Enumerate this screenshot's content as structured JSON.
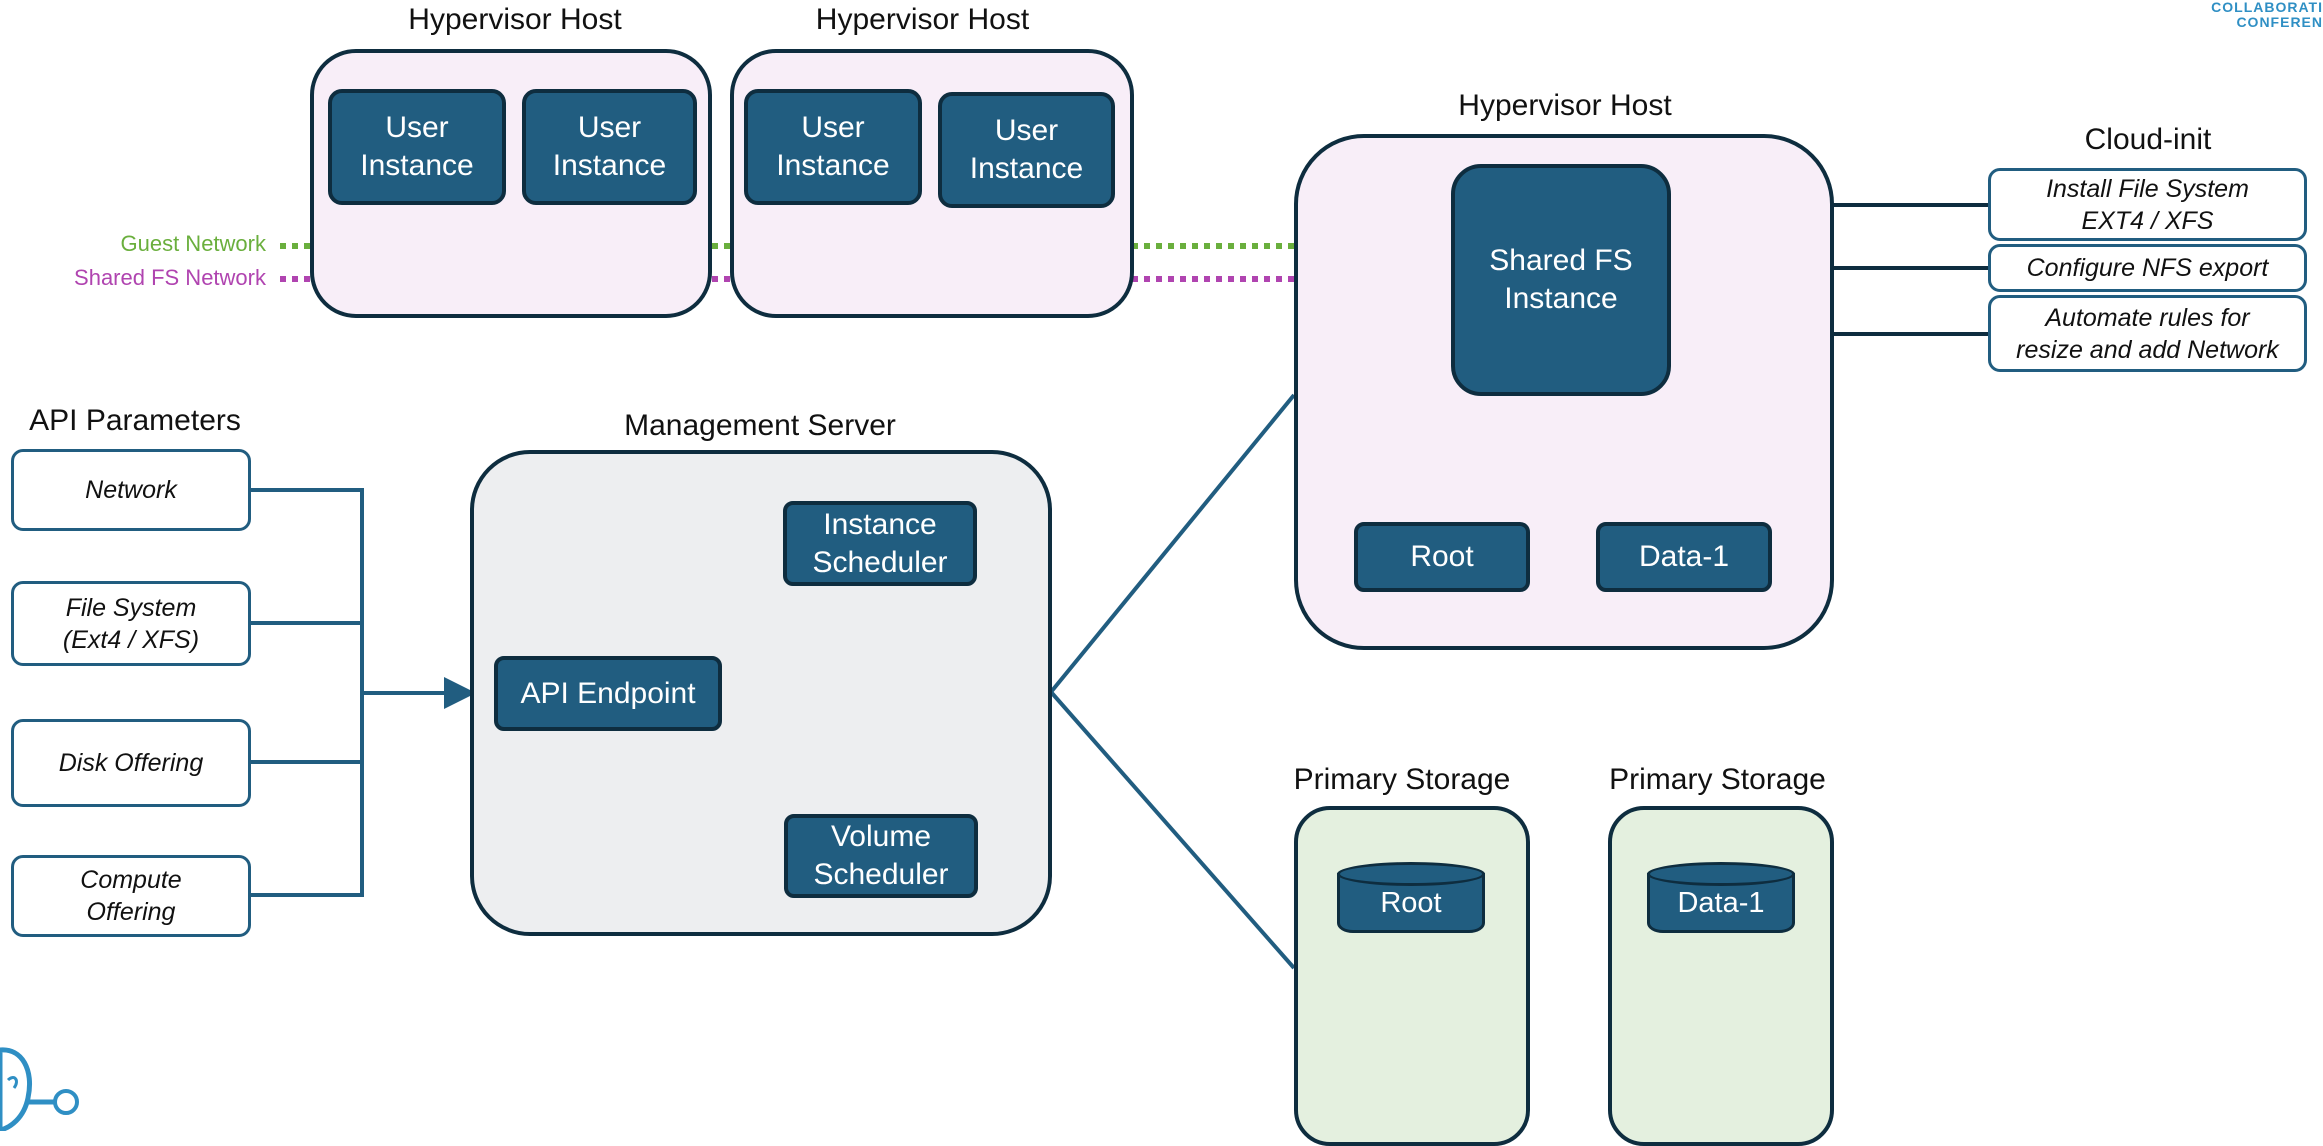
{
  "colors": {
    "node_fill": "#215d80",
    "outline": "#0e2d3f",
    "hypervisor_fill": "#f8eef8",
    "management_fill": "#edeef0",
    "storage_fill": "#e4f0df",
    "guest_network": "#6aaf3d",
    "shared_fs_network": "#b044b0",
    "connector": "#215d80"
  },
  "networks": {
    "guest": "Guest Network",
    "shared_fs": "Shared FS Network"
  },
  "hypervisor_hosts": [
    {
      "title": "Hypervisor Host",
      "instances": [
        "User\nInstance",
        "User\nInstance"
      ]
    },
    {
      "title": "Hypervisor Host",
      "instances": [
        "User\nInstance",
        "User\nInstance"
      ]
    }
  ],
  "shared_fs_host": {
    "title": "Hypervisor Host",
    "instance": "Shared FS\nInstance",
    "volumes": [
      "Root",
      "Data-1"
    ]
  },
  "cloud_init": {
    "title": "Cloud-init",
    "items": [
      "Install File System\nEXT4 / XFS",
      "Configure NFS export",
      "Automate rules for\nresize and add Network"
    ]
  },
  "api_parameters": {
    "title": "API Parameters",
    "items": [
      "Network",
      "File System\n(Ext4 / XFS)",
      "Disk Offering",
      "Compute\nOffering"
    ]
  },
  "management_server": {
    "title": "Management Server",
    "api_endpoint": "API Endpoint",
    "instance_scheduler": "Instance\nScheduler",
    "volume_scheduler": "Volume\nScheduler"
  },
  "primary_storage": [
    {
      "title": "Primary Storage",
      "volume": "Root"
    },
    {
      "title": "Primary Storage",
      "volume": "Data-1"
    }
  ],
  "branding": {
    "corner_text_1": "COLLABORATI",
    "corner_text_2": "CONFEREN"
  }
}
